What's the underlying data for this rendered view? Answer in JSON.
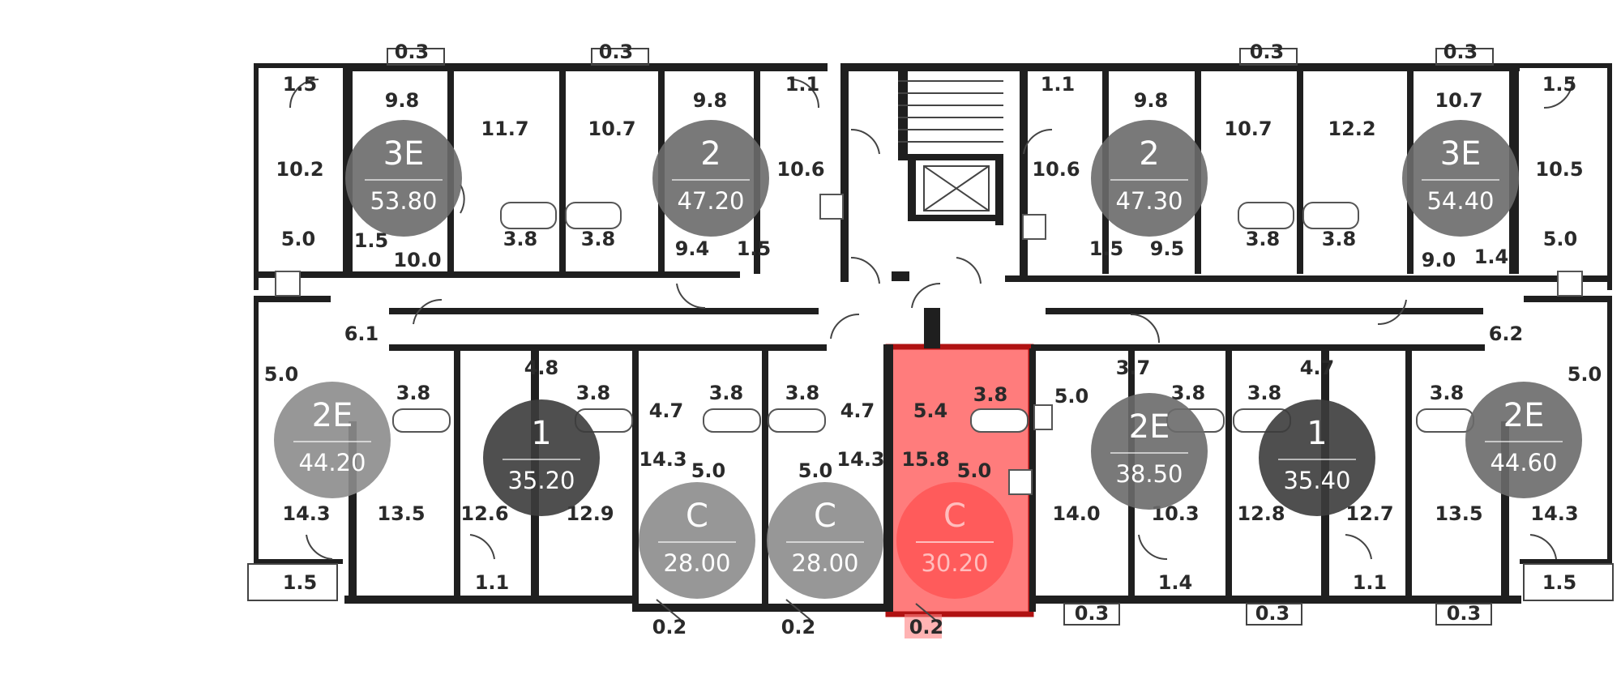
{
  "colors": {
    "wall": "#1f1f1f",
    "highlight": "#ff5050",
    "highlight_border": "#b01212",
    "badge_1": "#3c3c3c",
    "badge_2": "#6a6a6a",
    "badge_C": "#8c8c8c"
  },
  "apartments": [
    {
      "type": "3E",
      "area": "53.80",
      "tone": "badge_2"
    },
    {
      "type": "2",
      "area": "47.20",
      "tone": "badge_2"
    },
    {
      "type": "2",
      "area": "47.30",
      "tone": "badge_2"
    },
    {
      "type": "3E",
      "area": "54.40",
      "tone": "badge_2"
    },
    {
      "type": "2E",
      "area": "44.20",
      "tone": "badge_C"
    },
    {
      "type": "1",
      "area": "35.20",
      "tone": "badge_1"
    },
    {
      "type": "C",
      "area": "28.00",
      "tone": "badge_C"
    },
    {
      "type": "C",
      "area": "28.00",
      "tone": "badge_C"
    },
    {
      "type": "C",
      "area": "30.20",
      "tone": "highlight",
      "selected": true
    },
    {
      "type": "2E",
      "area": "38.50",
      "tone": "badge_2"
    },
    {
      "type": "1",
      "area": "35.40",
      "tone": "badge_1"
    },
    {
      "type": "2E",
      "area": "44.60",
      "tone": "badge_2"
    }
  ],
  "room_labels": [
    "0.3",
    "0.3",
    "0.3",
    "0.3",
    "1.5",
    "9.8",
    "11.7",
    "10.7",
    "9.8",
    "1.1",
    "1.1",
    "9.8",
    "10.7",
    "12.2",
    "10.7",
    "1.5",
    "10.2",
    "10.6",
    "10.6",
    "10.5",
    "5.0",
    "1.5",
    "10.0",
    "3.8",
    "3.8",
    "9.4",
    "1.5",
    "1.5",
    "9.5",
    "3.8",
    "3.8",
    "9.0",
    "1.4",
    "5.0",
    "6.1",
    "6.2",
    "4.8",
    "4.7",
    "5.0",
    "3.8",
    "3.8",
    "3.8",
    "3.8",
    "3.8",
    "3.7",
    "3.8",
    "3.8",
    "3.8",
    "5.0",
    "5.0",
    "4.7",
    "4.7",
    "5.4",
    "14.3",
    "14.3",
    "15.8",
    "5.0",
    "5.0",
    "5.0",
    "14.3",
    "13.5",
    "12.6",
    "12.9",
    "14.0",
    "10.3",
    "12.8",
    "12.7",
    "13.5",
    "14.3",
    "1.5",
    "1.1",
    "1.4",
    "1.1",
    "1.5",
    "0.3",
    "0.3",
    "0.3",
    "0.2",
    "0.2",
    "0.2"
  ]
}
